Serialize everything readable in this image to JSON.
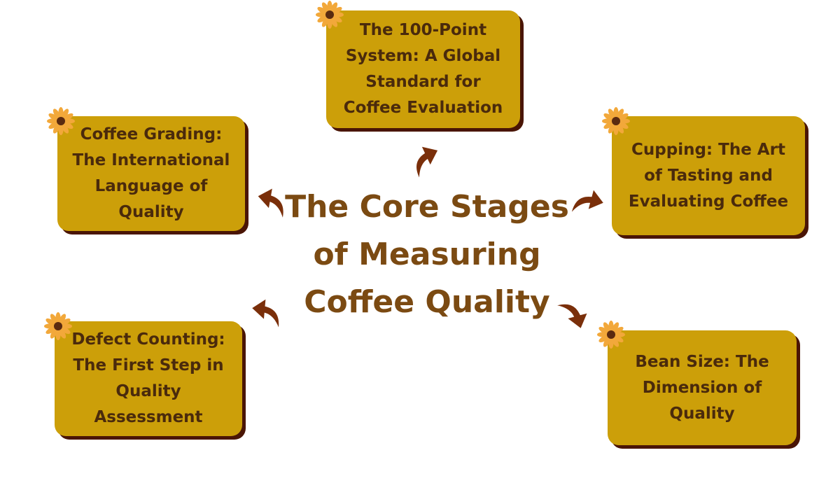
{
  "center_title": "The Core Stages of Measuring Coffee Quality",
  "stages": [
    {
      "label": "The 100-Point System: A Global Standard for Coffee Evaluation"
    },
    {
      "label": "Coffee Grading: The International Language of Quality"
    },
    {
      "label": "Cupping: The Art of Tasting and Evaluating Coffee"
    },
    {
      "label": "Defect Counting: The First Step in Quality Assessment"
    },
    {
      "label": "Bean Size: The Dimension of Quality"
    }
  ],
  "colors": {
    "box_fill": "#cc9f09",
    "box_shadow": "#4a1505",
    "box_text": "#4a2a0c",
    "title_text": "#7b4a12",
    "arrow": "#7a2f0a",
    "flower_petal": "#f2a83a",
    "flower_center": "#5a2a10"
  },
  "icons": [
    "flower-icon",
    "curved-arrow-icon"
  ]
}
